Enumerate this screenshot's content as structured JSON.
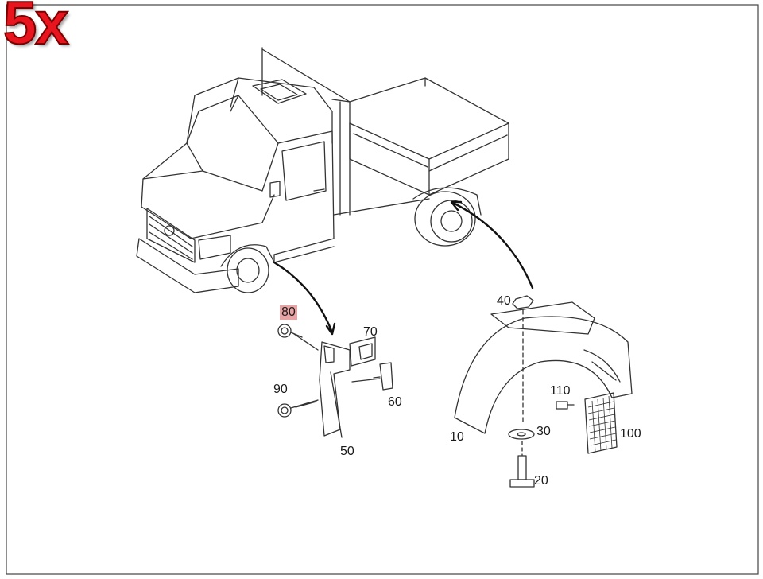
{
  "badge": {
    "text": "5x",
    "color": "#e8141e"
  },
  "highlight_color": "#e8a4a4",
  "callouts": {
    "c10": "10",
    "c20": "20",
    "c30": "30",
    "c40": "40",
    "c50": "50",
    "c60": "60",
    "c70": "70",
    "c80": "80",
    "c90": "90",
    "c100": "100",
    "c110": "110"
  },
  "highlighted_part": "80",
  "icons": [
    "truck-illustration",
    "arrow-to-front-wheel",
    "arrow-to-rear-wheel"
  ]
}
